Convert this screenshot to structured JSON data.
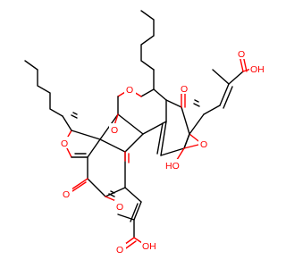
{
  "structure": {
    "atom_labels": {
      "o_ring_left": "O",
      "o_ring_top": "O",
      "o_ketone_right": "O",
      "o_acid_top_carbonyl": "O",
      "o_acid_top_hydroxyl": "OH",
      "o_epoxide": "O",
      "o_hydroxyl_mid": "HO",
      "o_ketone_center": "O",
      "o_ketone_left": "O",
      "o_ether_bottom": "O",
      "o_acid_bottom_carbonyl": "O",
      "o_acid_bottom_hydroxyl": "OH"
    },
    "colors": {
      "bond": "#000000",
      "heteroatom": "#ff0000",
      "background": "#ffffff"
    }
  }
}
